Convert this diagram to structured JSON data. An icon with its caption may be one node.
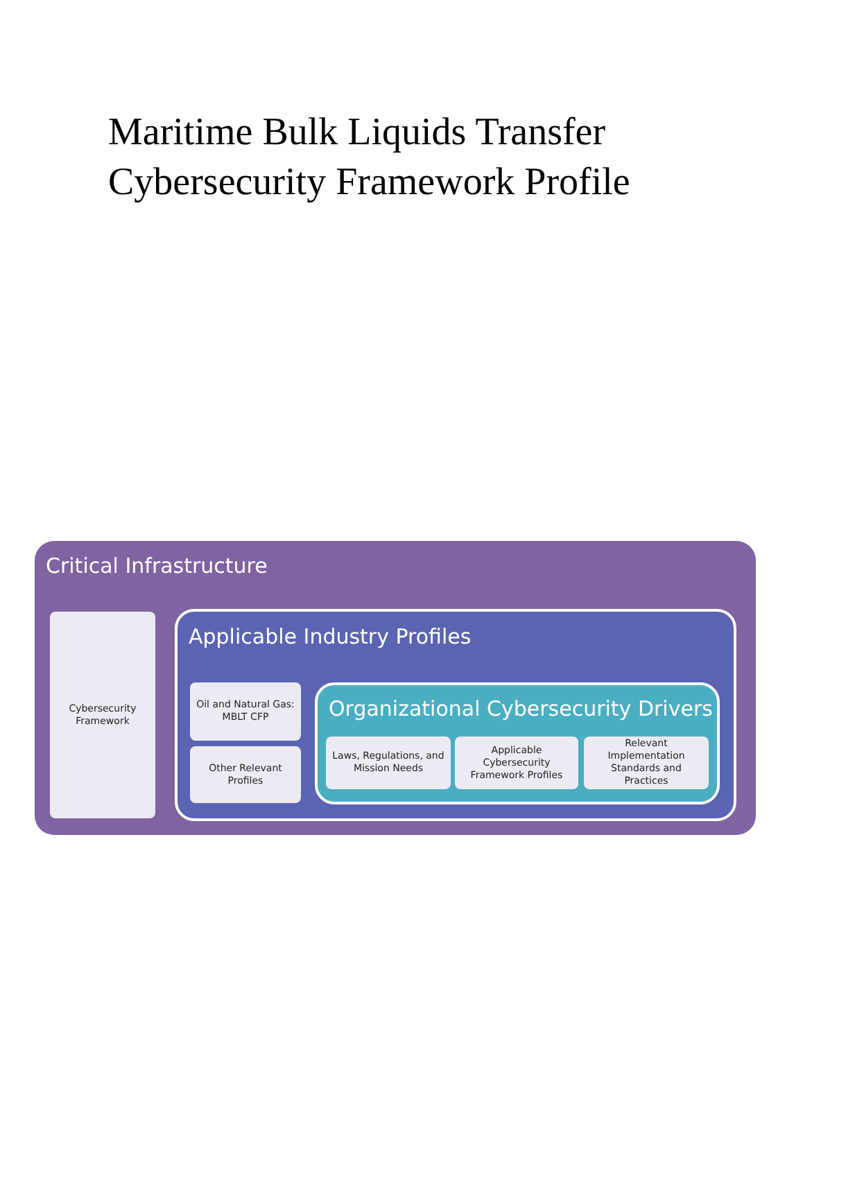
{
  "diagram": {
    "title": "Maritime Bulk Liquids Transfer Cybersecurity Framework Profile",
    "nodes": [
      {
        "text": [
          "Critical Infrastructure"
        ]
      },
      {
        "text": [
          "Cybersecurity Framework"
        ],
        "in": 0
      },
      {
        "text": [
          "Applicable Industry Profiles"
        ],
        "in": 0
      },
      {
        "text": [
          "Oil and Natural Gas: MBLT CFP"
        ],
        "in": 2
      },
      {
        "text": [
          "Other Relevant Profiles"
        ],
        "in": 2
      },
      {
        "text": [
          "Organizational Cybersecurity Drivers"
        ],
        "in": 2
      },
      {
        "text": [
          "Laws, Regulations, and Mission Needs"
        ],
        "in": 5
      },
      {
        "text": [
          "Applicable Cybersecurity Framework Profiles"
        ],
        "in": 5
      },
      {
        "text": [
          "Relevant Implementation Standards and Practices"
        ],
        "in": 5
      }
    ],
    "edges": []
  }
}
